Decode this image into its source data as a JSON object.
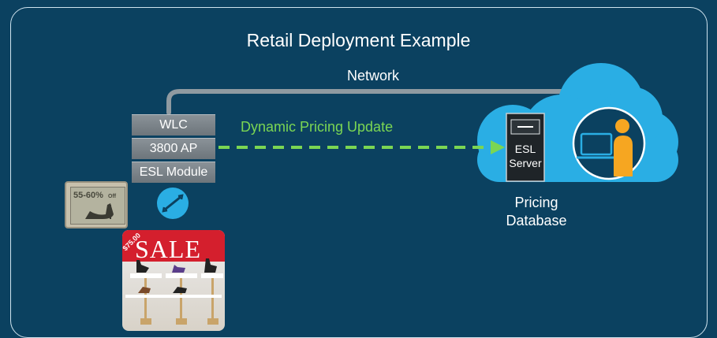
{
  "title": "Retail Deployment Example",
  "network_label": "Network",
  "flow_label": "Dynamic Pricing Update",
  "stack": {
    "top": "WLC",
    "middle": "3800 AP",
    "bottom": "ESL Module"
  },
  "esl_tag_text": "55-60%",
  "esl_tag_small": "Off",
  "sale": {
    "word": "SALE",
    "price": "$75.00"
  },
  "server": {
    "line1": "ESL",
    "line2": "Server"
  },
  "pricing": {
    "line1": "Pricing",
    "line2": "Database"
  },
  "colors": {
    "background": "#0b4160",
    "cloud": "#2aaee4",
    "flow": "#7bd653",
    "person": "#f6a621"
  }
}
